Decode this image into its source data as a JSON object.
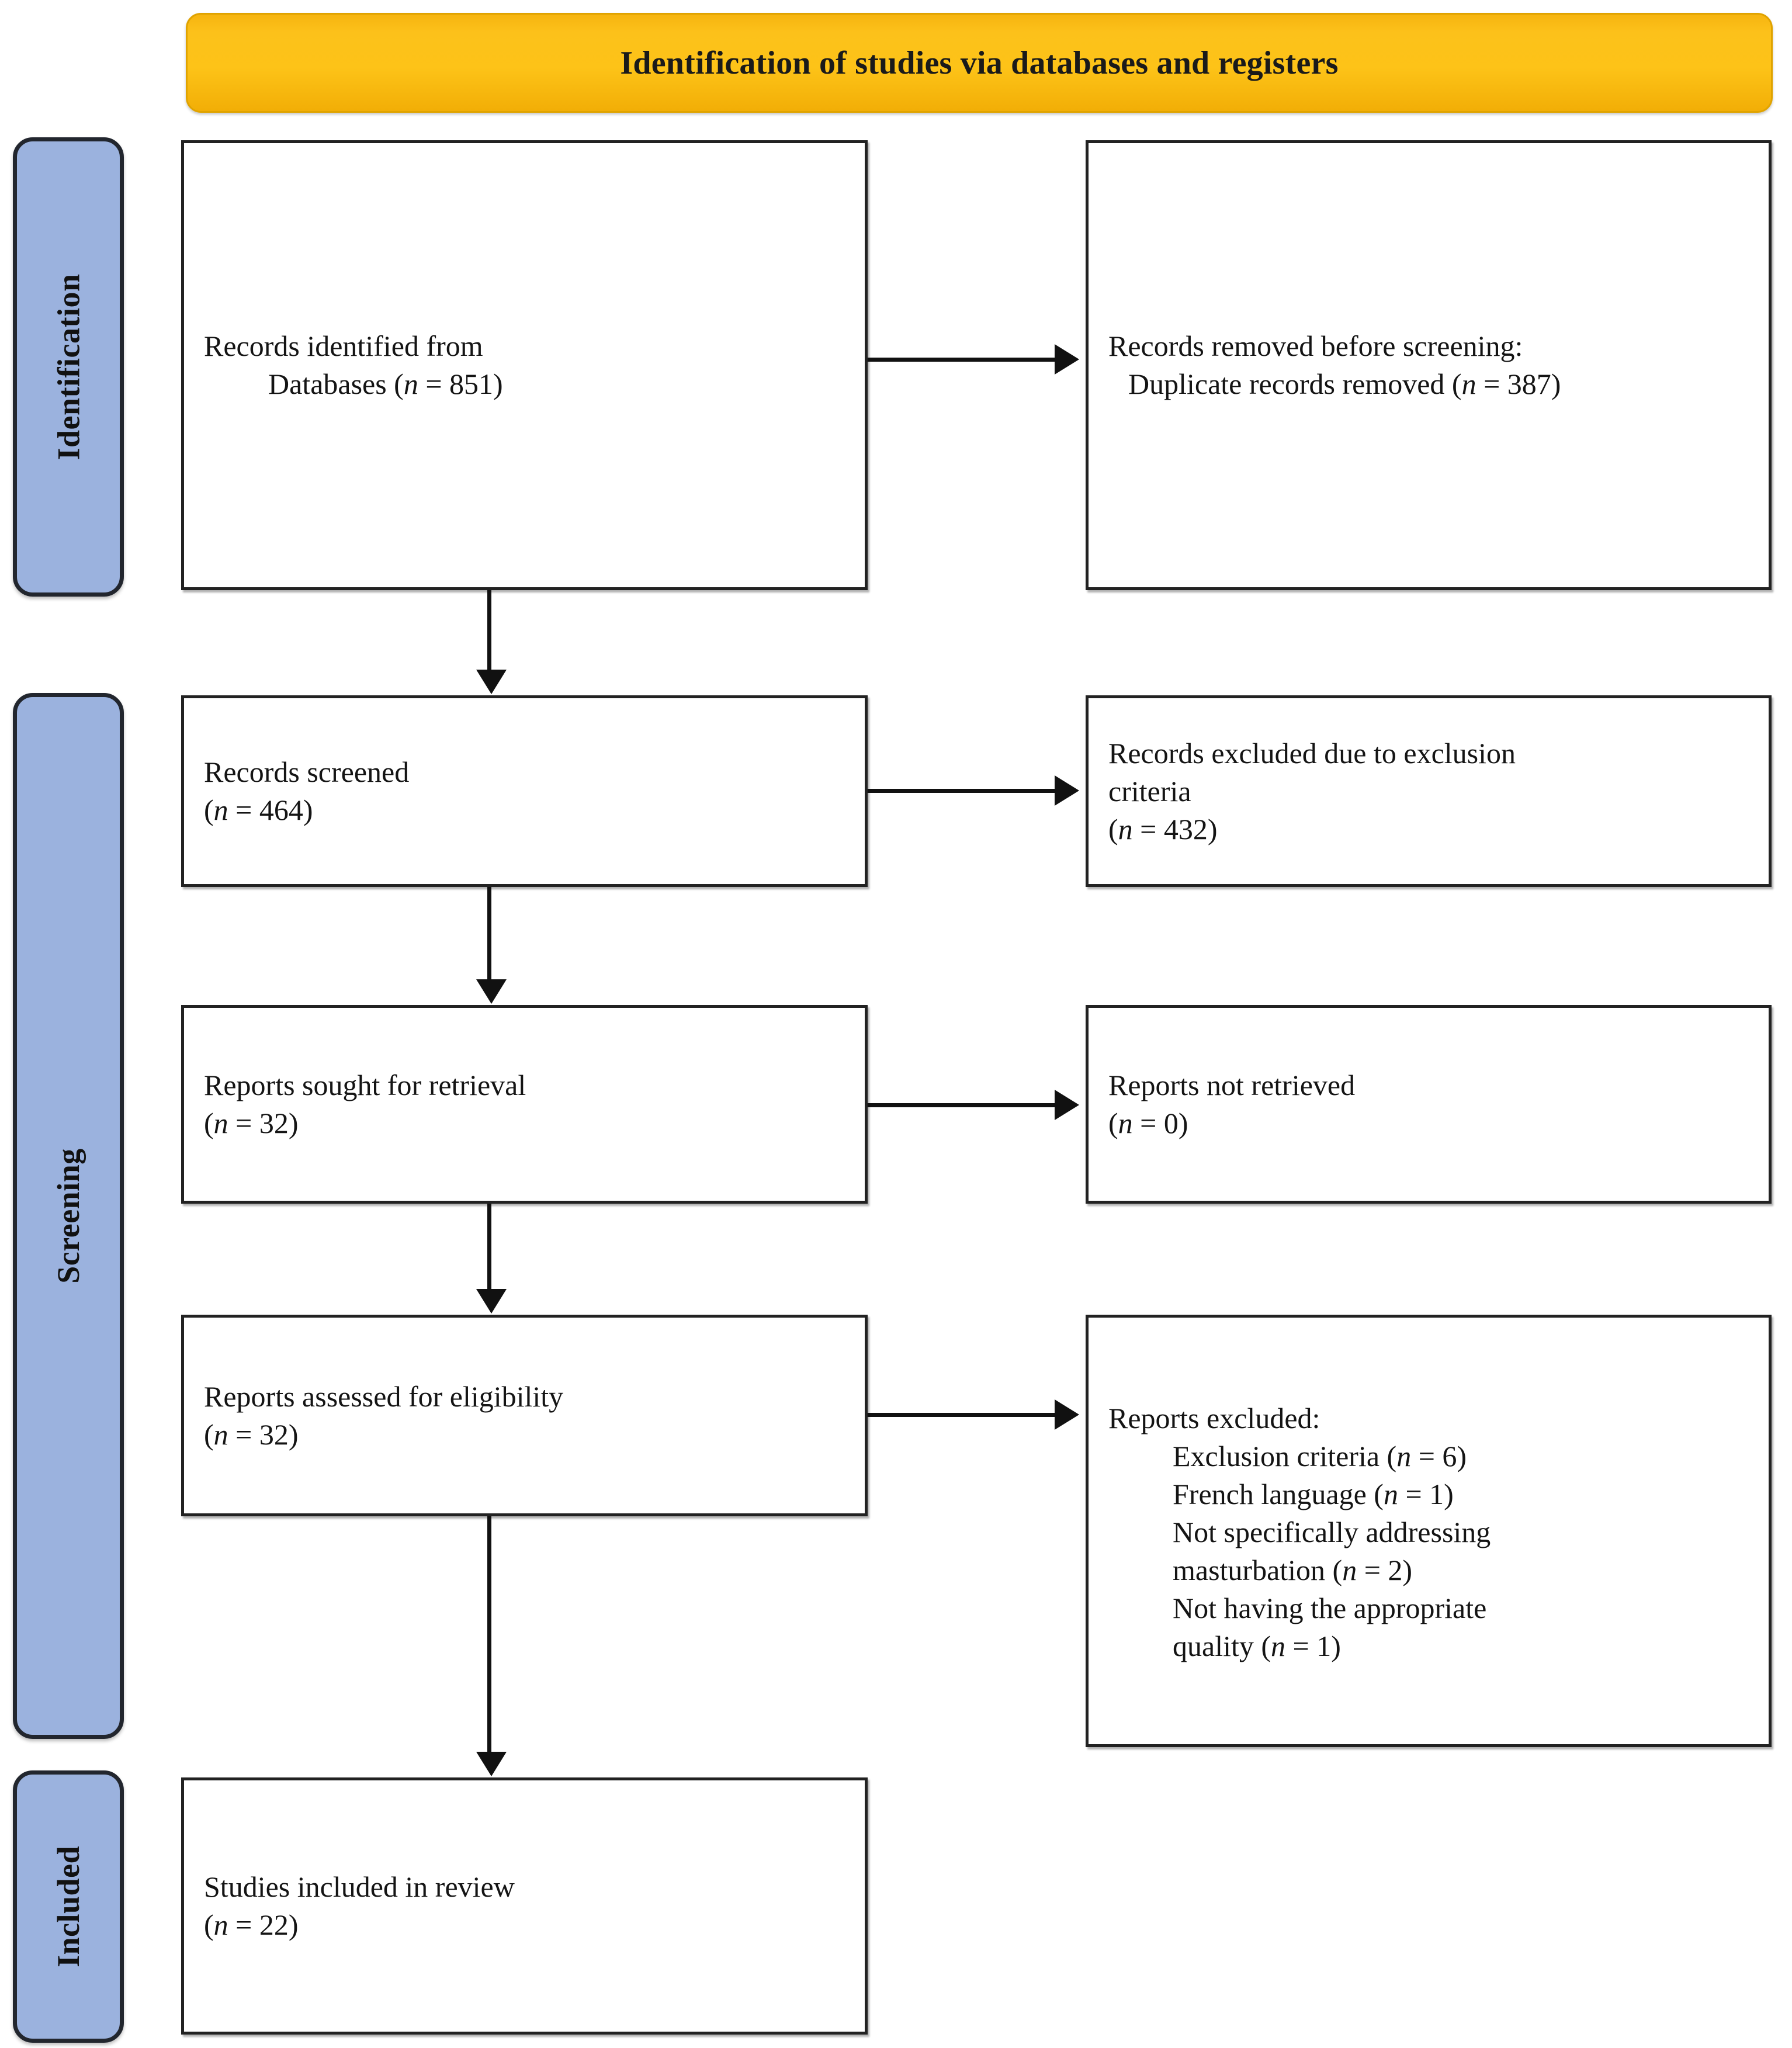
{
  "diagram": {
    "type": "prisma-flow-diagram",
    "title": "Identification of studies via databases and registers",
    "colors": {
      "banner": "#fcc118",
      "stage_label": "#9bb2de",
      "box_border": "#222222",
      "connector": "#111111",
      "text": "#141414"
    }
  },
  "stages": [
    {
      "id": "identification",
      "label": "Identification"
    },
    {
      "id": "screening",
      "label": "Screening"
    },
    {
      "id": "included",
      "label": "Included"
    }
  ],
  "boxes": {
    "records_identified": {
      "line1": "Records identified from",
      "line2": "Databases (n = 851)",
      "n": 851
    },
    "records_removed": {
      "line1": "Records removed before screening:",
      "line2": "Duplicate records removed (n = 387)",
      "n": 387
    },
    "records_screened": {
      "line1": "Records screened",
      "line2": "(n = 464)",
      "n": 464
    },
    "records_excluded": {
      "line1": "Records excluded due to exclusion",
      "line2": "criteria",
      "line3": "(n = 432)",
      "n": 432
    },
    "reports_sought": {
      "line1": "Reports sought for retrieval",
      "line2": "(n = 32)",
      "n": 32
    },
    "reports_not_retrieved": {
      "line1": "Reports not retrieved",
      "line2": "(n = 0)",
      "n": 0
    },
    "reports_assessed": {
      "line1": "Reports assessed for eligibility",
      "line2": "(n = 32)",
      "n": 32
    },
    "reports_excluded": {
      "heading": "Reports excluded:",
      "item1": "Exclusion criteria (n = 6)",
      "item2": "French language (n = 1)",
      "item3a": "Not specifically addressing",
      "item3b": "masturbation (n = 2)",
      "item4a": "Not having the appropriate",
      "item4b": "quality (n = 1)",
      "counts": {
        "exclusion_criteria": 6,
        "french_language": 1,
        "not_addressing_masturbation": 2,
        "not_appropriate_quality": 1
      }
    },
    "studies_included": {
      "line1": "Studies included in review",
      "line2": "(n = 22)",
      "n": 22
    }
  }
}
